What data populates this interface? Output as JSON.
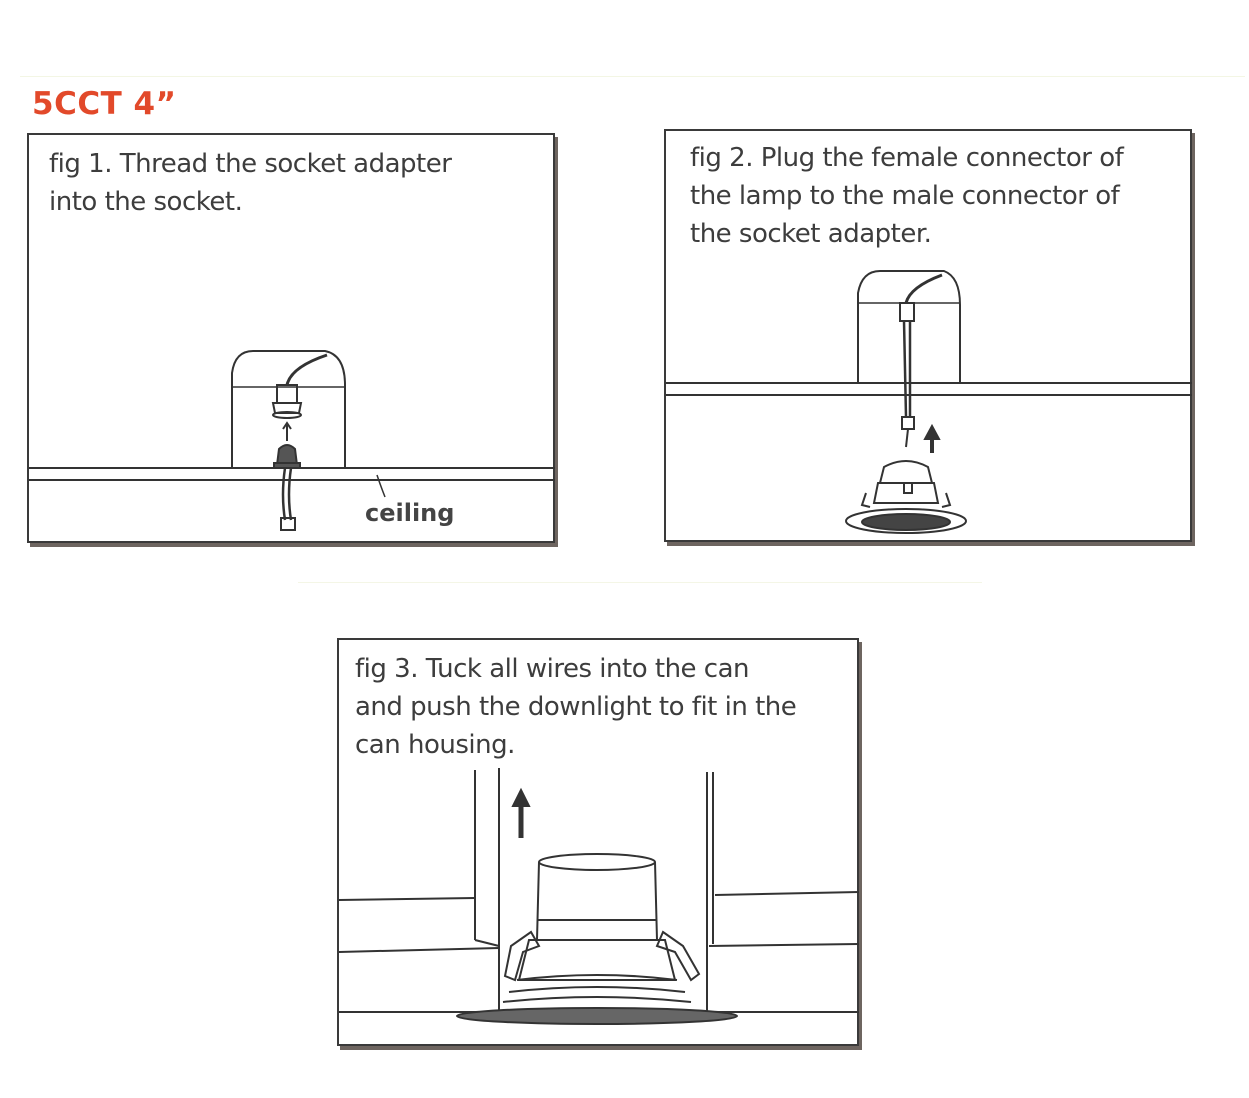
{
  "document": {
    "title": "5CCT 4”",
    "title_color": "#e2492a"
  },
  "figures": [
    {
      "id": "fig1",
      "caption_lines": [
        "fig 1. Thread the socket adapter",
        "into the socket."
      ],
      "labels": {
        "ceiling": "ceiling"
      }
    },
    {
      "id": "fig2",
      "caption_lines": [
        "fig 2. Plug the female connector of",
        "the lamp to the male connector of",
        "the socket adapter."
      ]
    },
    {
      "id": "fig3",
      "caption_lines": [
        "fig 3. Tuck all wires into the can",
        "and push the downlight to fit in the",
        "can housing."
      ]
    }
  ]
}
